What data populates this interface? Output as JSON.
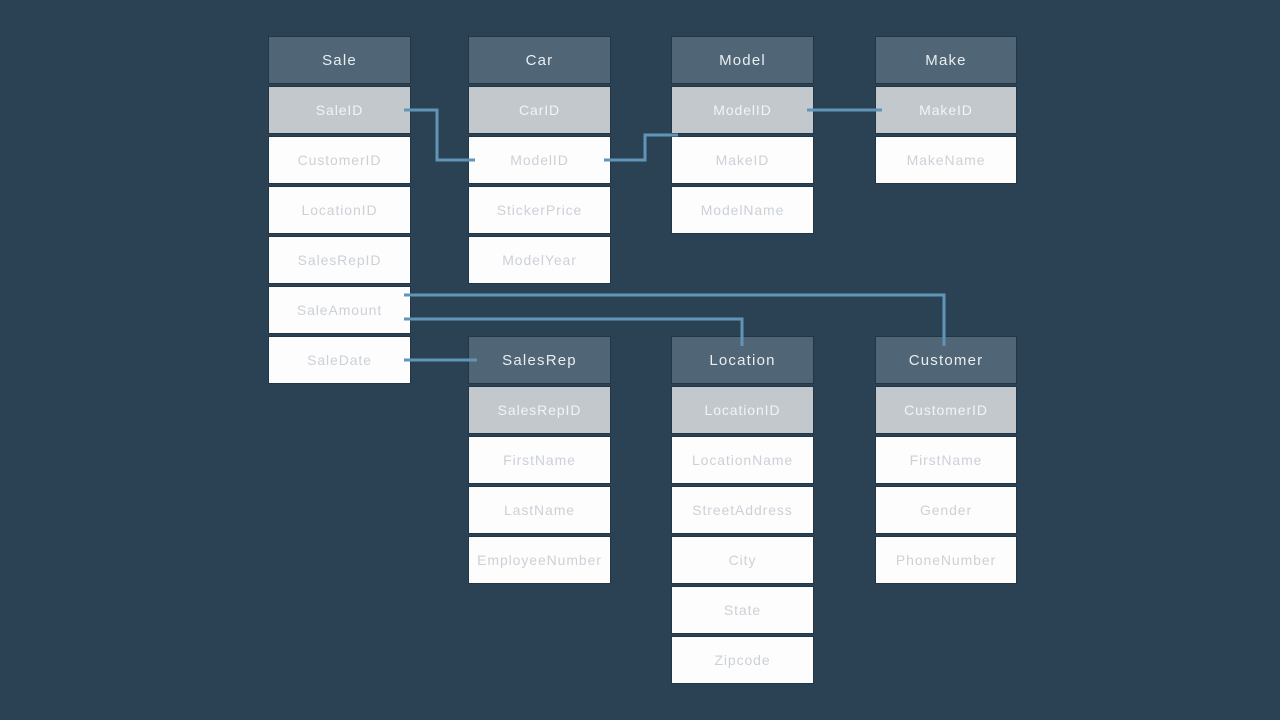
{
  "diagram": {
    "kind": "entity-relationship-diagram",
    "palette": {
      "background": "#2b4255",
      "table_header_bg": "#506575",
      "table_header_text": "#e9eef1",
      "key_row_bg": "#c3c8cd",
      "key_row_text": "#f2f4f6",
      "row_bg": "#fdfdfe",
      "row_text": "#ccd1d6",
      "connector_line": "#6095b8"
    },
    "tables": [
      {
        "name": "Sale",
        "columns": [
          {
            "label": "SaleID",
            "key": true
          },
          {
            "label": "CustomerID",
            "key": false
          },
          {
            "label": "LocationID",
            "key": false
          },
          {
            "label": "SalesRepID",
            "key": false
          },
          {
            "label": "SaleAmount",
            "key": false
          },
          {
            "label": "SaleDate",
            "key": false
          }
        ]
      },
      {
        "name": "Car",
        "columns": [
          {
            "label": "CarID",
            "key": true
          },
          {
            "label": "ModelID",
            "key": false
          },
          {
            "label": "StickerPrice",
            "key": false
          },
          {
            "label": "ModelYear",
            "key": false
          }
        ]
      },
      {
        "name": "Model",
        "columns": [
          {
            "label": "ModelID",
            "key": true
          },
          {
            "label": "MakeID",
            "key": false
          },
          {
            "label": "ModelName",
            "key": false
          }
        ]
      },
      {
        "name": "Make",
        "columns": [
          {
            "label": "MakeID",
            "key": true
          },
          {
            "label": "MakeName",
            "key": false
          }
        ]
      },
      {
        "name": "SalesRep",
        "columns": [
          {
            "label": "SalesRepID",
            "key": true
          },
          {
            "label": "FirstName",
            "key": false
          },
          {
            "label": "LastName",
            "key": false
          },
          {
            "label": "EmployeeNumber",
            "key": false
          }
        ]
      },
      {
        "name": "Location",
        "columns": [
          {
            "label": "LocationID",
            "key": true
          },
          {
            "label": "LocationName",
            "key": false
          },
          {
            "label": "StreetAddress",
            "key": false
          },
          {
            "label": "City",
            "key": false
          },
          {
            "label": "State",
            "key": false
          },
          {
            "label": "Zipcode",
            "key": false
          }
        ]
      },
      {
        "name": "Customer",
        "columns": [
          {
            "label": "CustomerID",
            "key": true
          },
          {
            "label": "FirstName",
            "key": false
          },
          {
            "label": "Gender",
            "key": false
          },
          {
            "label": "PhoneNumber",
            "key": false
          }
        ]
      }
    ],
    "relationships": [
      {
        "from": "Sale.SaleID",
        "to": "Car.ModelID"
      },
      {
        "from": "Car.ModelID",
        "to": "Model.ModelID"
      },
      {
        "from": "Model.ModelID",
        "to": "Make.MakeID"
      },
      {
        "from": "Sale.SaleAmount",
        "to": "Customer"
      },
      {
        "from": "Sale.SaleAmount",
        "to": "Location"
      },
      {
        "from": "Sale.SaleDate",
        "to": "SalesRep"
      }
    ]
  }
}
